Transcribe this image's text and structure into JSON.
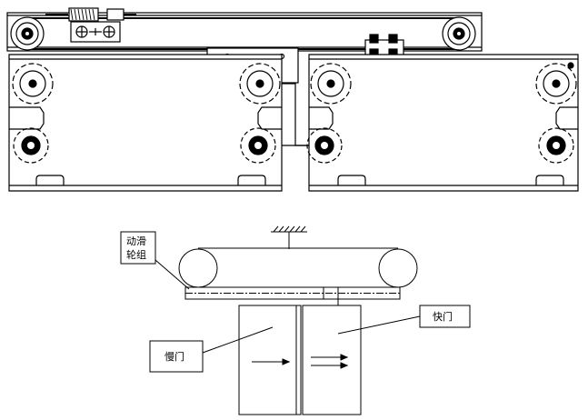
{
  "labels": {
    "pulley_group_line1": "动滑",
    "pulley_group_line2": "轮组",
    "fast_door": "快门",
    "slow_door": "慢门"
  },
  "colors": {
    "ink": "#000000",
    "paper": "#ffffff",
    "shadow": "#bdbdbd"
  }
}
